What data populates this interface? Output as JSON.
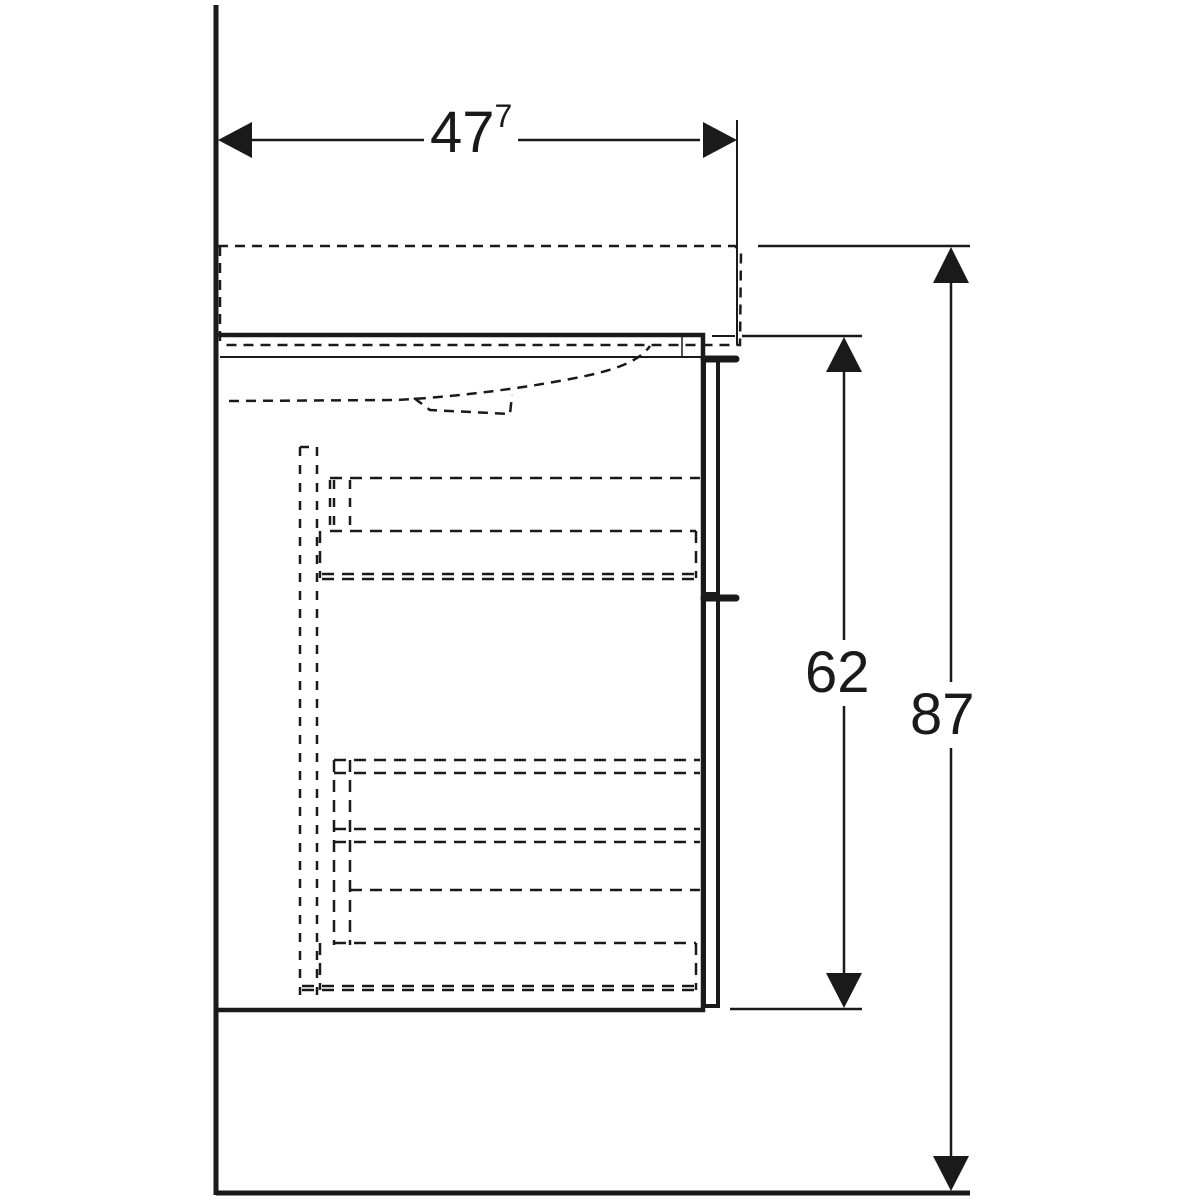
{
  "diagram": {
    "type": "technical side-view dimension drawing",
    "subject": "vanity unit with washbasin, two drawers, wall-mounted (side elevation)",
    "colors": {
      "line": "#1a1a1a",
      "background": "#ffffff"
    },
    "dimensions": {
      "depth": {
        "main": "47",
        "superscript": "7",
        "label": "47.7",
        "orientation": "horizontal"
      },
      "cabinet_height": {
        "label": "62",
        "orientation": "vertical"
      },
      "total_height": {
        "label": "87",
        "orientation": "vertical"
      }
    },
    "elements": [
      "wall line",
      "floor line",
      "cabinet body outline",
      "front panel with two drawer fronts",
      "two drawer handles",
      "washbasin (dashed hidden outline)",
      "upper drawer (dashed hidden outline)",
      "lower drawer with inner drawer (dashed hidden outlines)",
      "drawer runners (dashed)"
    ]
  }
}
